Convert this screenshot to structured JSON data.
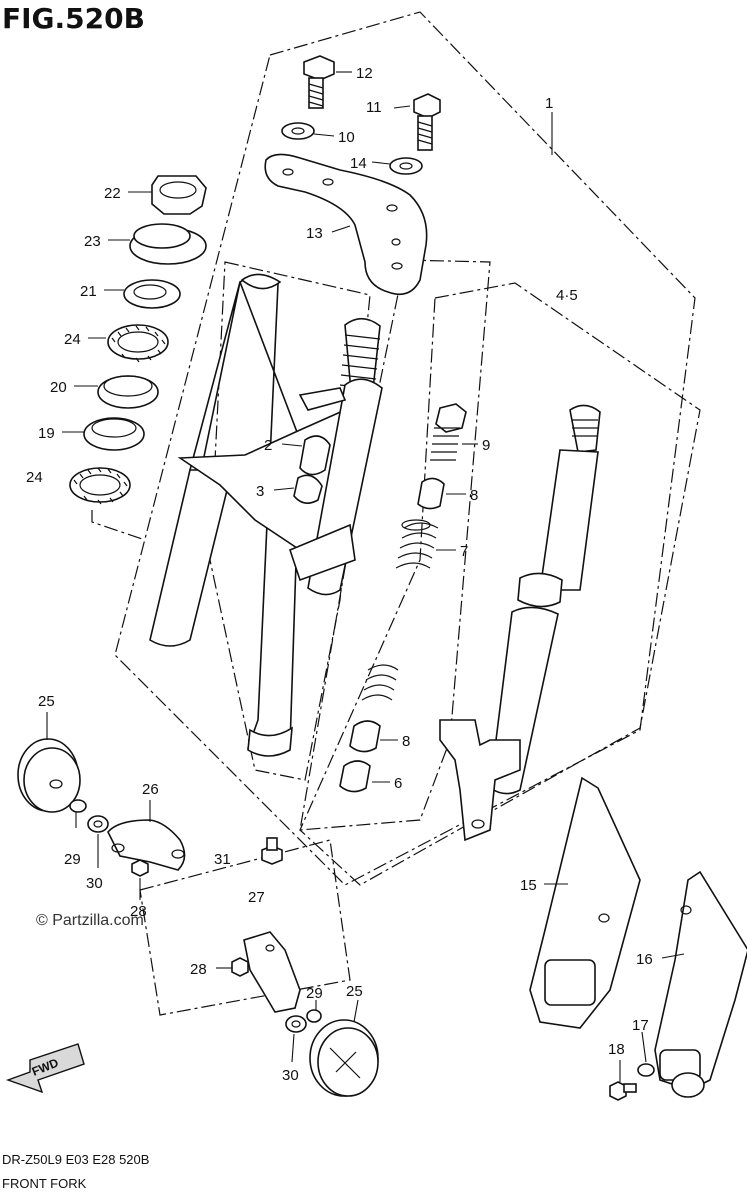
{
  "figure": {
    "title": "FIG.520B",
    "model_code": "DR-Z50L9  E03  E28  520B",
    "section_name": "FRONT FORK",
    "watermark": "© Partzilla.com",
    "fwd_label": "FWD"
  },
  "callouts": {
    "c1": "1",
    "c2": "2",
    "c3": "3",
    "c45": "4·5",
    "c6": "6",
    "c7": "7",
    "c8a": "8",
    "c8b": "8",
    "c9": "9",
    "c10": "10",
    "c11": "11",
    "c12": "12",
    "c13": "13",
    "c14": "14",
    "c15": "15",
    "c16": "16",
    "c17": "17",
    "c18": "18",
    "c19": "19",
    "c20": "20",
    "c21": "21",
    "c22": "22",
    "c23": "23",
    "c24a": "24",
    "c24b": "24",
    "c25a": "25",
    "c25b": "25",
    "c26": "26",
    "c27": "27",
    "c28a": "28",
    "c28b": "28",
    "c29a": "29",
    "c29b": "29",
    "c30a": "30",
    "c30b": "30",
    "c31": "31"
  }
}
